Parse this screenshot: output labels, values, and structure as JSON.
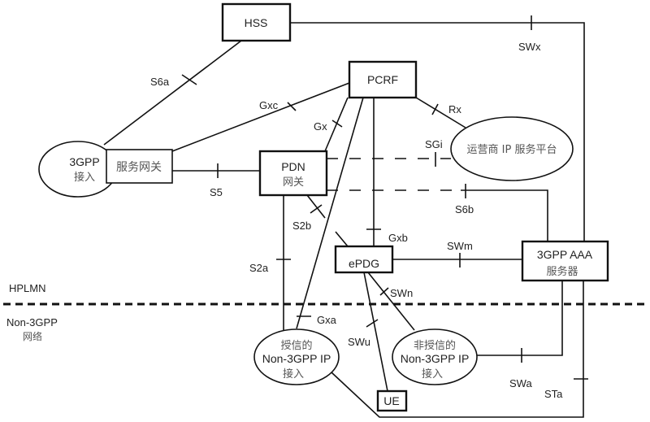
{
  "diagram": {
    "nodes": {
      "hss": "HSS",
      "pcrf": "PCRF",
      "access_3gpp": [
        "3GPP",
        "接入"
      ],
      "serving_gw": "服务网关",
      "pdn_gw": [
        "PDN",
        "网关"
      ],
      "operator_ip": "运营商 IP 服务平台",
      "epdg": "ePDG",
      "aaa": [
        "3GPP AAA",
        "服务器"
      ],
      "trusted": [
        "授信的",
        "Non-3GPP IP",
        "接入"
      ],
      "untrusted": [
        "非授信的",
        "Non-3GPP IP",
        "接入"
      ],
      "ue": "UE"
    },
    "interfaces": {
      "s6a": "S6a",
      "gxc": "Gxc",
      "gx": "Gx",
      "rx": "Rx",
      "sgi": "SGi",
      "s5": "S5",
      "swx": "SWx",
      "s6b": "S6b",
      "s2b": "S2b",
      "s2a": "S2a",
      "gxb": "Gxb",
      "swm": "SWm",
      "swn": "SWn",
      "gxa": "Gxa",
      "swu": "SWu",
      "swa": "SWa",
      "sta": "STa"
    },
    "regions": {
      "hplmn": "HPLMN",
      "non3gpp": [
        "Non-3GPP",
        "网络"
      ]
    }
  }
}
